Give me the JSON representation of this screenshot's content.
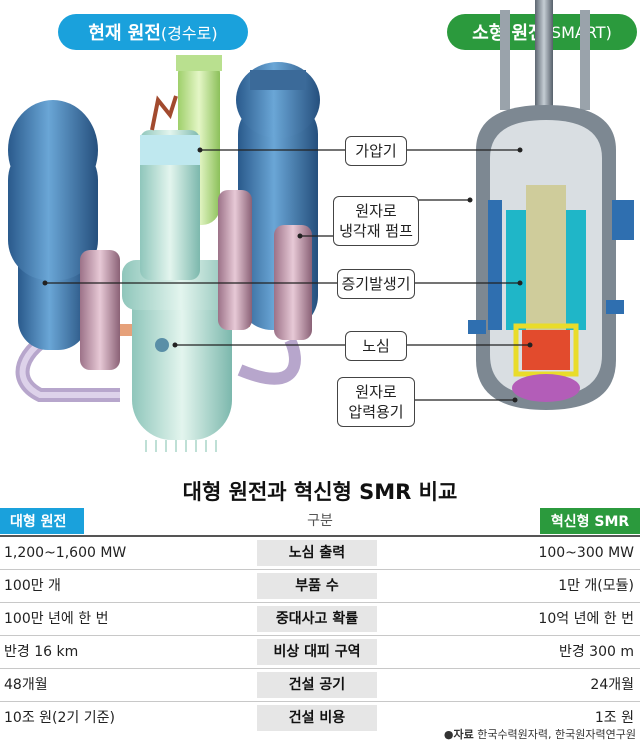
{
  "top": {
    "large_title": "현재 원전",
    "large_sub": "(경수로)",
    "small_title": "소형 원전",
    "small_sub": "(SMART)"
  },
  "callouts": {
    "pressurizer": "가압기",
    "pump_line1": "원자로",
    "pump_line2": "냉각재 펌프",
    "steam_generator": "증기발생기",
    "core": "노심",
    "vessel_line1": "원자로",
    "vessel_line2": "압력용기"
  },
  "table": {
    "title": "대형 원전과 혁신형 SMR 비교",
    "left_header": "대형 원전",
    "middle_header": "구분",
    "right_header": "혁신형 SMR",
    "rows": [
      {
        "left": "1,200~1,600 MW",
        "item": "노심 출력",
        "right": "100~300 MW"
      },
      {
        "left": "100만 개",
        "item": "부품 수",
        "right": "1만 개(모듈)"
      },
      {
        "left": "100만 년에 한 번",
        "item": "중대사고 확률",
        "right": "10억 년에 한 번"
      },
      {
        "left": "반경 16 km",
        "item": "비상 대피 구역",
        "right": "반경 300 m"
      },
      {
        "left": "48개월",
        "item": "건설 공기",
        "right": "24개월"
      },
      {
        "left": "10조 원(2기 기준)",
        "item": "건설 비용",
        "right": "1조 원"
      }
    ]
  },
  "source": {
    "label": "●자료",
    "text": " 한국수력원자력, 한국원자력연구원"
  },
  "colors": {
    "large_accent": "#1aa1dc",
    "small_accent": "#2b9a3d"
  }
}
